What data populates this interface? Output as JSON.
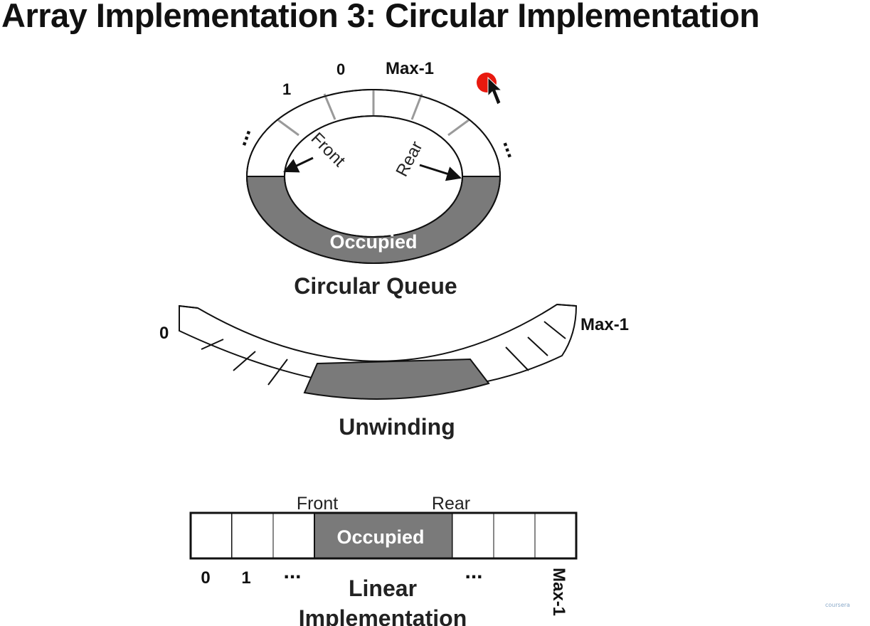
{
  "slide": {
    "title": "Array Implementation 3: Circular Implementation"
  },
  "circular_queue": {
    "caption": "Circular Queue",
    "index_zero": "0",
    "index_one": "1",
    "index_max": "Max-1",
    "ellipsis_left": "...",
    "ellipsis_right": "...",
    "front_label": "Front",
    "rear_label": "Rear",
    "occupied_label": "Occupied"
  },
  "unwinding": {
    "caption": "Unwinding",
    "index_zero": "0",
    "index_max": "Max-1"
  },
  "linear": {
    "caption_line1": "Linear",
    "caption_line2": "Implementation",
    "front_label": "Front",
    "rear_label": "Rear",
    "occupied_label": "Occupied",
    "index_zero": "0",
    "index_one": "1",
    "ellipsis_left": "...",
    "ellipsis_right": "...",
    "index_max": "Max-1"
  },
  "watermark": "coursera",
  "colors": {
    "occupied_fill": "#7a7a7a",
    "cell_border": "#111111",
    "pointer_dot": "#e8190f"
  }
}
